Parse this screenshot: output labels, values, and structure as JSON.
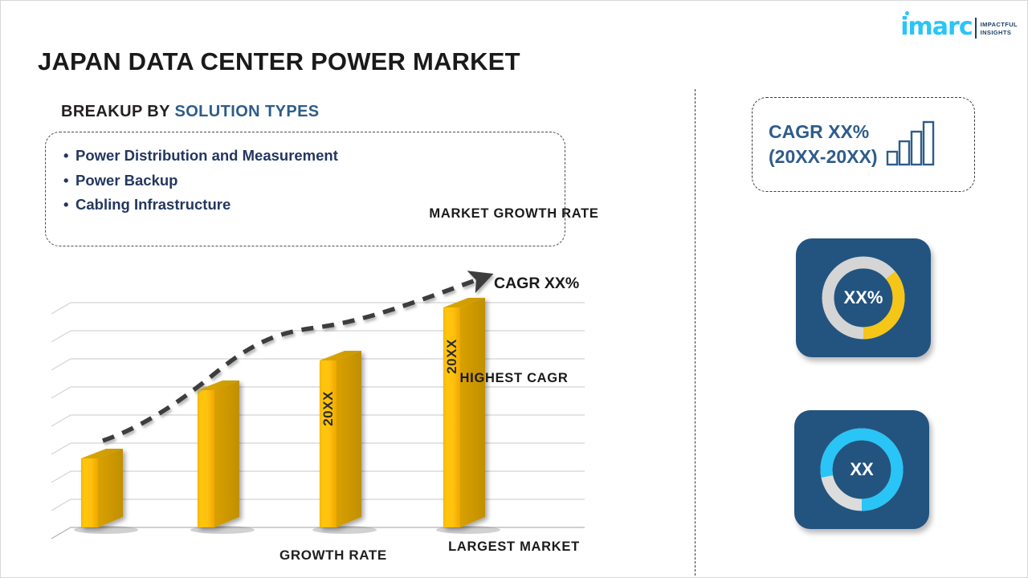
{
  "logo": {
    "mark": "imarc",
    "tagline_line1": "IMPACTFUL",
    "tagline_line2": "INSIGHTS",
    "mark_color": "#29C5F6",
    "tag_color": "#1d3f66"
  },
  "header": {
    "title": "JAPAN DATA CENTER POWER MARKET",
    "subtitle_plain": "BREAKUP BY ",
    "subtitle_accent": "SOLUTION TYPES",
    "accent_color": "#2E5C8A"
  },
  "segments": {
    "items": [
      "Power Distribution and Measurement",
      "Power Backup",
      "Cabling Infrastructure"
    ]
  },
  "chart_data": {
    "type": "bar",
    "title": "",
    "xlabel": "GROWTH RATE",
    "ylabel": "",
    "categories": [
      "",
      "",
      "20XX",
      "20XX"
    ],
    "values": [
      22,
      39,
      55,
      78
    ],
    "ylim": [
      0,
      100
    ],
    "grid": true,
    "bar_color": "#FFC20E",
    "bar_side_color": "#D9A006",
    "bar_labels": [
      "",
      "",
      "20XX",
      "20XX"
    ],
    "annotations": [
      {
        "name": "trend-arrow",
        "label": "CAGR XX%",
        "style": "dashed-curve-with-arrowhead",
        "color": "#3d3d3d"
      }
    ],
    "legend": "none"
  },
  "right_panel": {
    "cagr_box": {
      "line1": "CAGR XX%",
      "line2": "(20XX-20XX)",
      "icon": "bar-chart-icon",
      "color": "#2E5C8A"
    },
    "stats": [
      {
        "caption": "MARKET GROWTH RATE"
      },
      {
        "caption": "HIGHEST CAGR",
        "value": "XX%",
        "arc_color": "#F5C518",
        "track_color": "#D5D5D5",
        "card_color": "#23547f",
        "arc_percent": 36
      },
      {
        "caption": "LARGEST MARKET",
        "value": "XX",
        "arc_color": "#29C5F6",
        "track_color": "#DCDCDC",
        "card_color": "#23547f",
        "arc_percent": 78
      }
    ]
  }
}
